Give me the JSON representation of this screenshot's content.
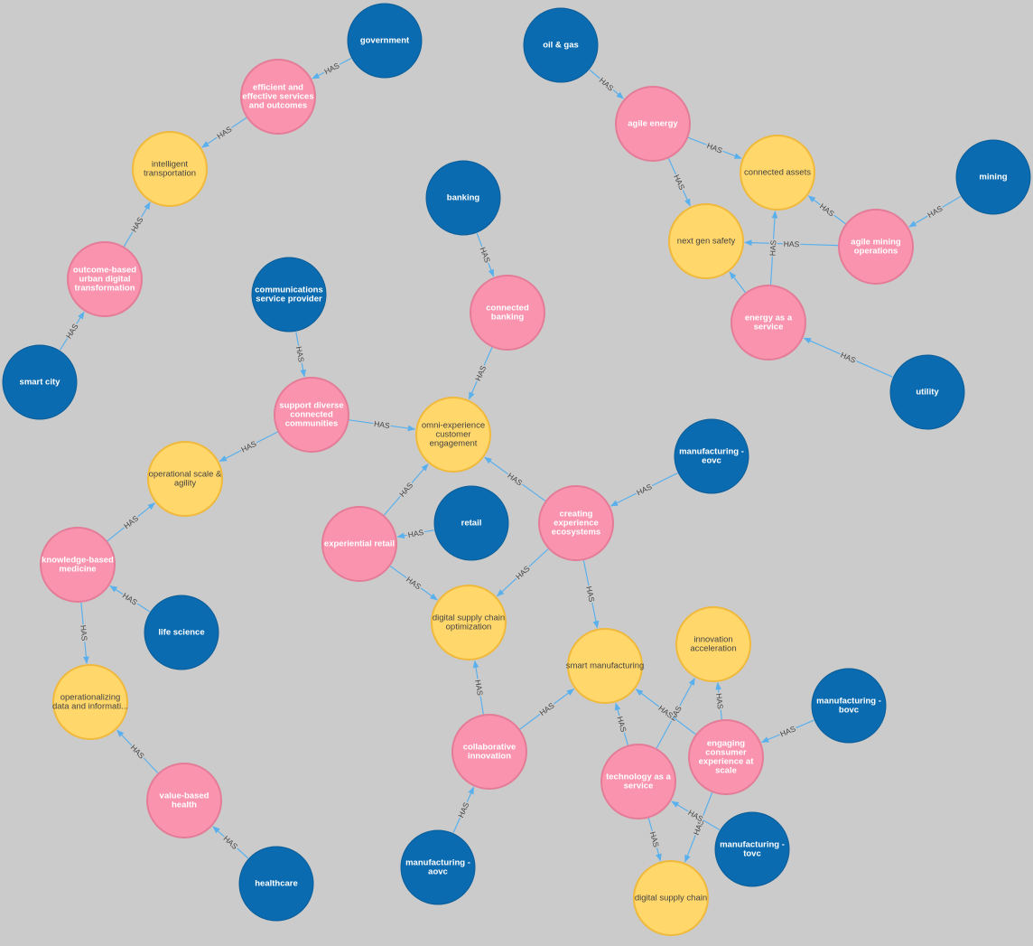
{
  "colors": {
    "background": "#cbcbcb",
    "industry": "#0a6bb0",
    "industry_stroke": "#0a5d99",
    "usecase": "#f993ae",
    "usecase_stroke": "#e57c97",
    "capability": "#ffd76a",
    "capability_stroke": "#f0b93b",
    "edge": "#5ab0ec",
    "label_dark": "#444444",
    "label_light": "#ffffff"
  },
  "nodes": [
    {
      "id": "government",
      "type": "industry",
      "lines": [
        "government"
      ]
    },
    {
      "id": "oil-gas",
      "type": "industry",
      "lines": [
        "oil & gas"
      ]
    },
    {
      "id": "mining",
      "type": "industry",
      "lines": [
        "mining"
      ]
    },
    {
      "id": "banking",
      "type": "industry",
      "lines": [
        "banking"
      ]
    },
    {
      "id": "communications-service-provider",
      "type": "industry",
      "lines": [
        "communications",
        "service provider"
      ]
    },
    {
      "id": "smart-city",
      "type": "industry",
      "lines": [
        "smart city"
      ]
    },
    {
      "id": "utility",
      "type": "industry",
      "lines": [
        "utility"
      ]
    },
    {
      "id": "manufacturing-eovc",
      "type": "industry",
      "lines": [
        "manufacturing -",
        "eovc"
      ]
    },
    {
      "id": "retail",
      "type": "industry",
      "lines": [
        "retail"
      ]
    },
    {
      "id": "life-science",
      "type": "industry",
      "lines": [
        "life science"
      ]
    },
    {
      "id": "manufacturing-bovc",
      "type": "industry",
      "lines": [
        "manufacturing -",
        "bovc"
      ]
    },
    {
      "id": "manufacturing-tovc",
      "type": "industry",
      "lines": [
        "manufacturing -",
        "tovc"
      ]
    },
    {
      "id": "manufacturing-aovc",
      "type": "industry",
      "lines": [
        "manufacturing -",
        "aovc"
      ]
    },
    {
      "id": "healthcare",
      "type": "industry",
      "lines": [
        "healthcare"
      ]
    },
    {
      "id": "efficient-services",
      "type": "usecase",
      "lines": [
        "efficient and",
        "effective services",
        "and outcomes"
      ]
    },
    {
      "id": "outcome-based",
      "type": "usecase",
      "lines": [
        "outcome-based",
        "urban digital",
        "transformation"
      ]
    },
    {
      "id": "agile-energy",
      "type": "usecase",
      "lines": [
        "agile energy"
      ]
    },
    {
      "id": "agile-mining",
      "type": "usecase",
      "lines": [
        "agile mining",
        "operations"
      ]
    },
    {
      "id": "energy-as-a-service",
      "type": "usecase",
      "lines": [
        "energy as a",
        "service"
      ]
    },
    {
      "id": "connected-banking",
      "type": "usecase",
      "lines": [
        "connected",
        "banking"
      ]
    },
    {
      "id": "support-diverse",
      "type": "usecase",
      "lines": [
        "support diverse",
        "connected",
        "communities"
      ]
    },
    {
      "id": "creating-experience",
      "type": "usecase",
      "lines": [
        "creating",
        "experience",
        "ecosystems"
      ]
    },
    {
      "id": "experiential-retail",
      "type": "usecase",
      "lines": [
        "experiential retail"
      ]
    },
    {
      "id": "knowledge-based-medicine",
      "type": "usecase",
      "lines": [
        "knowledge-based",
        "medicine"
      ]
    },
    {
      "id": "collaborative-innovation",
      "type": "usecase",
      "lines": [
        "collaborative",
        "innovation"
      ]
    },
    {
      "id": "engaging-consumer",
      "type": "usecase",
      "lines": [
        "engaging",
        "consumer",
        "experience at",
        "scale"
      ]
    },
    {
      "id": "technology-as-a-service",
      "type": "usecase",
      "lines": [
        "technology as a",
        "service"
      ]
    },
    {
      "id": "value-based-health",
      "type": "usecase",
      "lines": [
        "value-based",
        "health"
      ]
    },
    {
      "id": "intelligent-transportation",
      "type": "capability",
      "lines": [
        "intelligent",
        "transportation"
      ]
    },
    {
      "id": "connected-assets",
      "type": "capability",
      "lines": [
        "connected assets"
      ]
    },
    {
      "id": "next-gen-safety",
      "type": "capability",
      "lines": [
        "next gen safety"
      ]
    },
    {
      "id": "omni-experience",
      "type": "capability",
      "lines": [
        "omni-experience",
        "customer",
        "engagement"
      ]
    },
    {
      "id": "operational-scale",
      "type": "capability",
      "lines": [
        "operational scale &",
        "agility"
      ]
    },
    {
      "id": "digital-supply-chain-optimization",
      "type": "capability",
      "lines": [
        "digital supply chain",
        "optimization"
      ]
    },
    {
      "id": "smart-manufacturing",
      "type": "capability",
      "lines": [
        "smart manufacturing"
      ]
    },
    {
      "id": "innovation-acceleration",
      "type": "capability",
      "lines": [
        "innovation",
        "acceleration"
      ]
    },
    {
      "id": "operationalizing-data",
      "type": "capability",
      "lines": [
        "operationalizing",
        "data and informati..."
      ]
    },
    {
      "id": "digital-supply-chain",
      "type": "capability",
      "lines": [
        "digital supply chain"
      ]
    }
  ],
  "edges": [
    {
      "from": "government",
      "to": "efficient-services",
      "label": "HAS"
    },
    {
      "from": "efficient-services",
      "to": "intelligent-transportation",
      "label": "HAS"
    },
    {
      "from": "outcome-based",
      "to": "intelligent-transportation",
      "label": "HAS"
    },
    {
      "from": "smart-city",
      "to": "outcome-based",
      "label": "HAS"
    },
    {
      "from": "oil-gas",
      "to": "agile-energy",
      "label": "HAS"
    },
    {
      "from": "agile-energy",
      "to": "connected-assets",
      "label": "HAS"
    },
    {
      "from": "agile-energy",
      "to": "next-gen-safety",
      "label": "HAS"
    },
    {
      "from": "mining",
      "to": "agile-mining",
      "label": "HAS"
    },
    {
      "from": "agile-mining",
      "to": "connected-assets",
      "label": "HAS"
    },
    {
      "from": "agile-mining",
      "to": "next-gen-safety",
      "label": "HAS"
    },
    {
      "from": "energy-as-a-service",
      "to": "connected-assets",
      "label": "HAS"
    },
    {
      "from": "energy-as-a-service",
      "to": "next-gen-safety",
      "label": ""
    },
    {
      "from": "utility",
      "to": "energy-as-a-service",
      "label": "HAS"
    },
    {
      "from": "banking",
      "to": "connected-banking",
      "label": "HAS"
    },
    {
      "from": "connected-banking",
      "to": "omni-experience",
      "label": "HAS"
    },
    {
      "from": "communications-service-provider",
      "to": "support-diverse",
      "label": "HAS"
    },
    {
      "from": "support-diverse",
      "to": "omni-experience",
      "label": "HAS"
    },
    {
      "from": "support-diverse",
      "to": "operational-scale",
      "label": "HAS"
    },
    {
      "from": "manufacturing-eovc",
      "to": "creating-experience",
      "label": "HAS"
    },
    {
      "from": "creating-experience",
      "to": "omni-experience",
      "label": "HAS"
    },
    {
      "from": "creating-experience",
      "to": "digital-supply-chain-optimization",
      "label": "HAS"
    },
    {
      "from": "creating-experience",
      "to": "smart-manufacturing",
      "label": "HAS"
    },
    {
      "from": "retail",
      "to": "experiential-retail",
      "label": "HAS"
    },
    {
      "from": "experiential-retail",
      "to": "omni-experience",
      "label": "HAS"
    },
    {
      "from": "experiential-retail",
      "to": "digital-supply-chain-optimization",
      "label": "HAS"
    },
    {
      "from": "knowledge-based-medicine",
      "to": "operational-scale",
      "label": "HAS"
    },
    {
      "from": "life-science",
      "to": "knowledge-based-medicine",
      "label": "HAS"
    },
    {
      "from": "knowledge-based-medicine",
      "to": "operationalizing-data",
      "label": "HAS"
    },
    {
      "from": "value-based-health",
      "to": "operationalizing-data",
      "label": "HAS"
    },
    {
      "from": "healthcare",
      "to": "value-based-health",
      "label": "HAS"
    },
    {
      "from": "collaborative-innovation",
      "to": "digital-supply-chain-optimization",
      "label": "HAS"
    },
    {
      "from": "collaborative-innovation",
      "to": "smart-manufacturing",
      "label": "HAS"
    },
    {
      "from": "manufacturing-aovc",
      "to": "collaborative-innovation",
      "label": "HAS"
    },
    {
      "from": "technology-as-a-service",
      "to": "smart-manufacturing",
      "label": "HAS"
    },
    {
      "from": "technology-as-a-service",
      "to": "innovation-acceleration",
      "label": "HAS"
    },
    {
      "from": "technology-as-a-service",
      "to": "digital-supply-chain",
      "label": "HAS"
    },
    {
      "from": "engaging-consumer",
      "to": "smart-manufacturing",
      "label": "HAS"
    },
    {
      "from": "engaging-consumer",
      "to": "innovation-acceleration",
      "label": "HAS"
    },
    {
      "from": "engaging-consumer",
      "to": "digital-supply-chain",
      "label": "HAS"
    },
    {
      "from": "manufacturing-bovc",
      "to": "engaging-consumer",
      "label": "HAS"
    },
    {
      "from": "manufacturing-tovc",
      "to": "technology-as-a-service",
      "label": "HAS"
    }
  ]
}
